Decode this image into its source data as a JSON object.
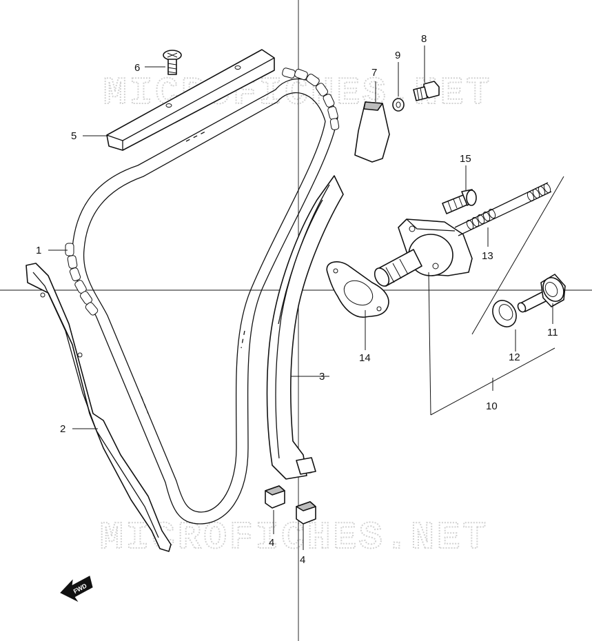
{
  "watermarks": [
    "MICROFICHES.NET",
    "MICROFICHES.NET"
  ],
  "direction_badge": "FWD",
  "callouts": {
    "chain": "1",
    "guide_front": "2",
    "guide_rear": "3",
    "damper_a": "4",
    "damper_b": "4",
    "top_guide": "5",
    "screw": "6",
    "cushion": "7",
    "bolt_small": "8",
    "washer": "9",
    "tensioner_assy": "10",
    "plug": "11",
    "gasket_ring": "12",
    "spring": "13",
    "gasket": "14",
    "bolt": "15"
  }
}
